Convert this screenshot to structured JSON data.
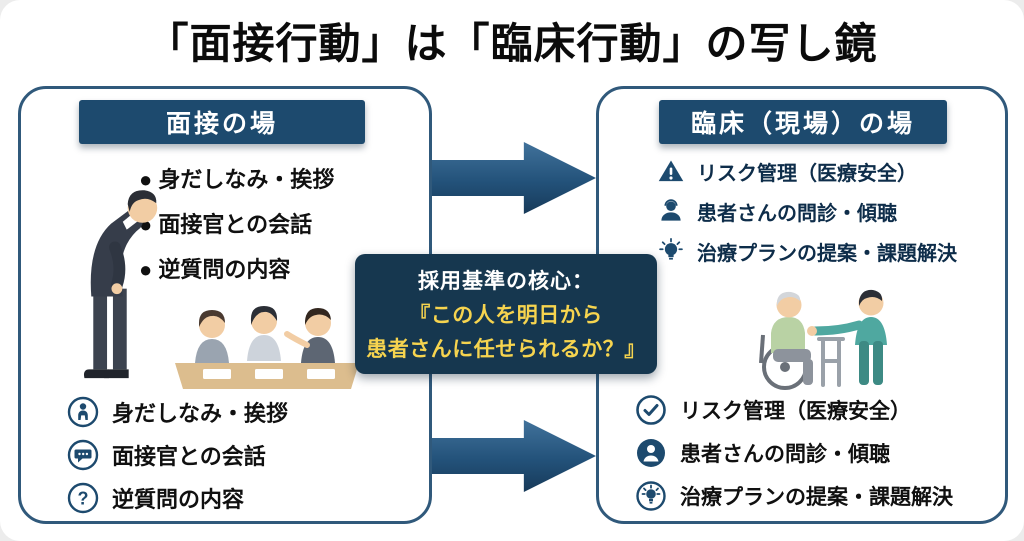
{
  "title": "「面接行動」は「臨床行動」の写し鏡",
  "left_panel": {
    "header": "面接の場",
    "bullets": [
      "● 身だしなみ・挨拶",
      "● 面接官との会話",
      "● 逆質問の内容"
    ],
    "checklist": [
      {
        "icon": "person-icon",
        "label": "身だしなみ・挨拶"
      },
      {
        "icon": "speech-bubble-icon",
        "label": "面接官との会話"
      },
      {
        "icon": "question-mark-icon",
        "label": "逆質問の内容"
      }
    ]
  },
  "center": {
    "heading": "採用基準の核心：",
    "quote_line1": "『この人を明日から",
    "quote_line2": "患者さんに任せられるか？』"
  },
  "right_panel": {
    "header": "臨床（現場）の場",
    "items": [
      {
        "icon": "warning-icon",
        "label": "リスク管理（医療安全）"
      },
      {
        "icon": "patient-icon",
        "label": "患者さんの問診・傾聴"
      },
      {
        "icon": "lightbulb-icon",
        "label": "治療プランの提案・課題解決"
      }
    ],
    "checklist": [
      {
        "icon": "check-badge-icon",
        "label": "リスク管理（医療安全）"
      },
      {
        "icon": "head-icon",
        "label": "患者さんの問診・傾聴"
      },
      {
        "icon": "lightbulb-circle-icon",
        "label": "治療プランの提案・課題解決"
      }
    ]
  },
  "colors": {
    "navy": "#1d4a6e",
    "navy_dark": "#16374f",
    "accent_yellow": "#f6d44f",
    "border_blue": "#30597b"
  }
}
